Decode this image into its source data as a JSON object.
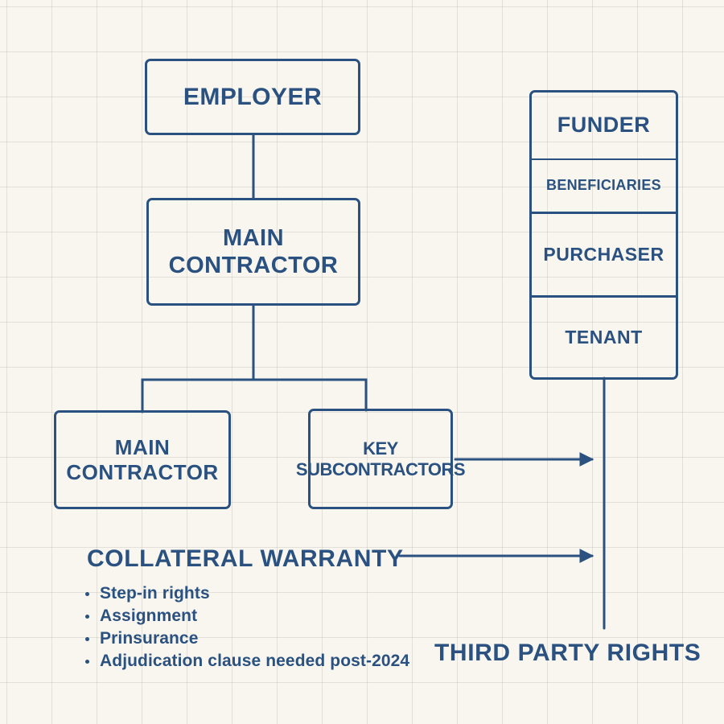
{
  "colors": {
    "ink": "#2a517f",
    "paper": "#f8f6ef",
    "grid": "#e3e1d8"
  },
  "boxes": {
    "employer": "EMPLOYER",
    "main_contractor": "MAIN CONTRACTOR",
    "main_contractor_sub": "MAIN CONTRACTOR",
    "key_subcontractors": "KEY SUBCONTRACTORS"
  },
  "panel": {
    "funder": "FUNDER",
    "beneficiaries": "BENEFICIARIES",
    "purchaser": "PURCHASER",
    "tenant": "TENANT"
  },
  "labels": {
    "collateral_warranty": "COLLATERAL WARRANTY",
    "third_party_rights": "THIRD PARTY RIGHTS"
  },
  "bullets": [
    "Step-in rights",
    "Assignment",
    "Prinsurance",
    "Adjudication clause needed post-2024"
  ]
}
